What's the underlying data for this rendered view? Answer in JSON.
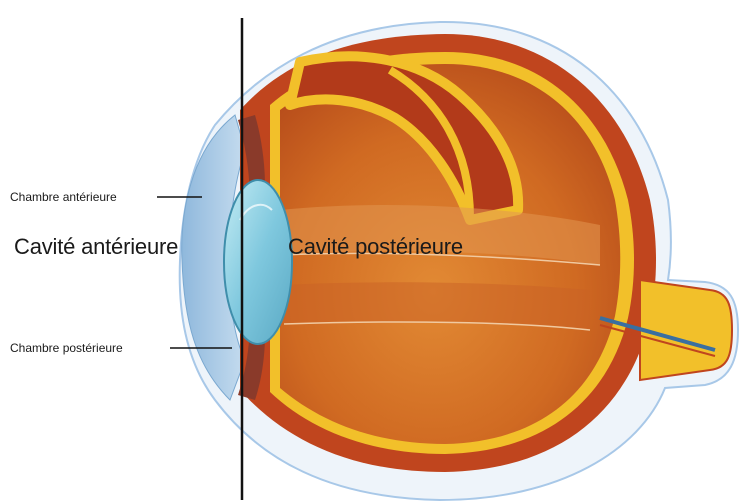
{
  "labels": {
    "chambre_anterieure": "Chambre antérieure",
    "chambre_posterieure": "Chambre postérieure",
    "cavite_anterieure": "Cavité antérieure",
    "cavite_posterieure": "Cavité postérieure"
  },
  "colors": {
    "sclera_outline": "#a8c8e8",
    "cornea": "#9ec6e6",
    "choroid": "#c0451e",
    "vitreous": "#d97a2a",
    "yellow_layer": "#f2c02a",
    "lens": "#8ed1e6",
    "divider_line": "#111111"
  }
}
